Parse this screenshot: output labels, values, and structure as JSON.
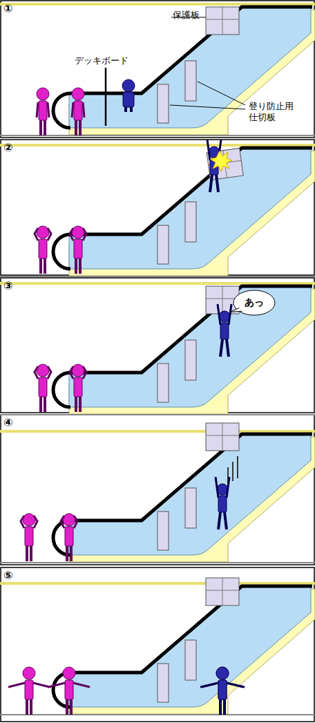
{
  "diagram": {
    "nodes": [
      {
        "text": [
          "あっ"
        ]
      }
    ],
    "labels": [
      "①",
      "保護板",
      "デッキボード",
      "登り防止用 仕切板",
      "②",
      "③",
      "④",
      "⑤"
    ]
  }
}
